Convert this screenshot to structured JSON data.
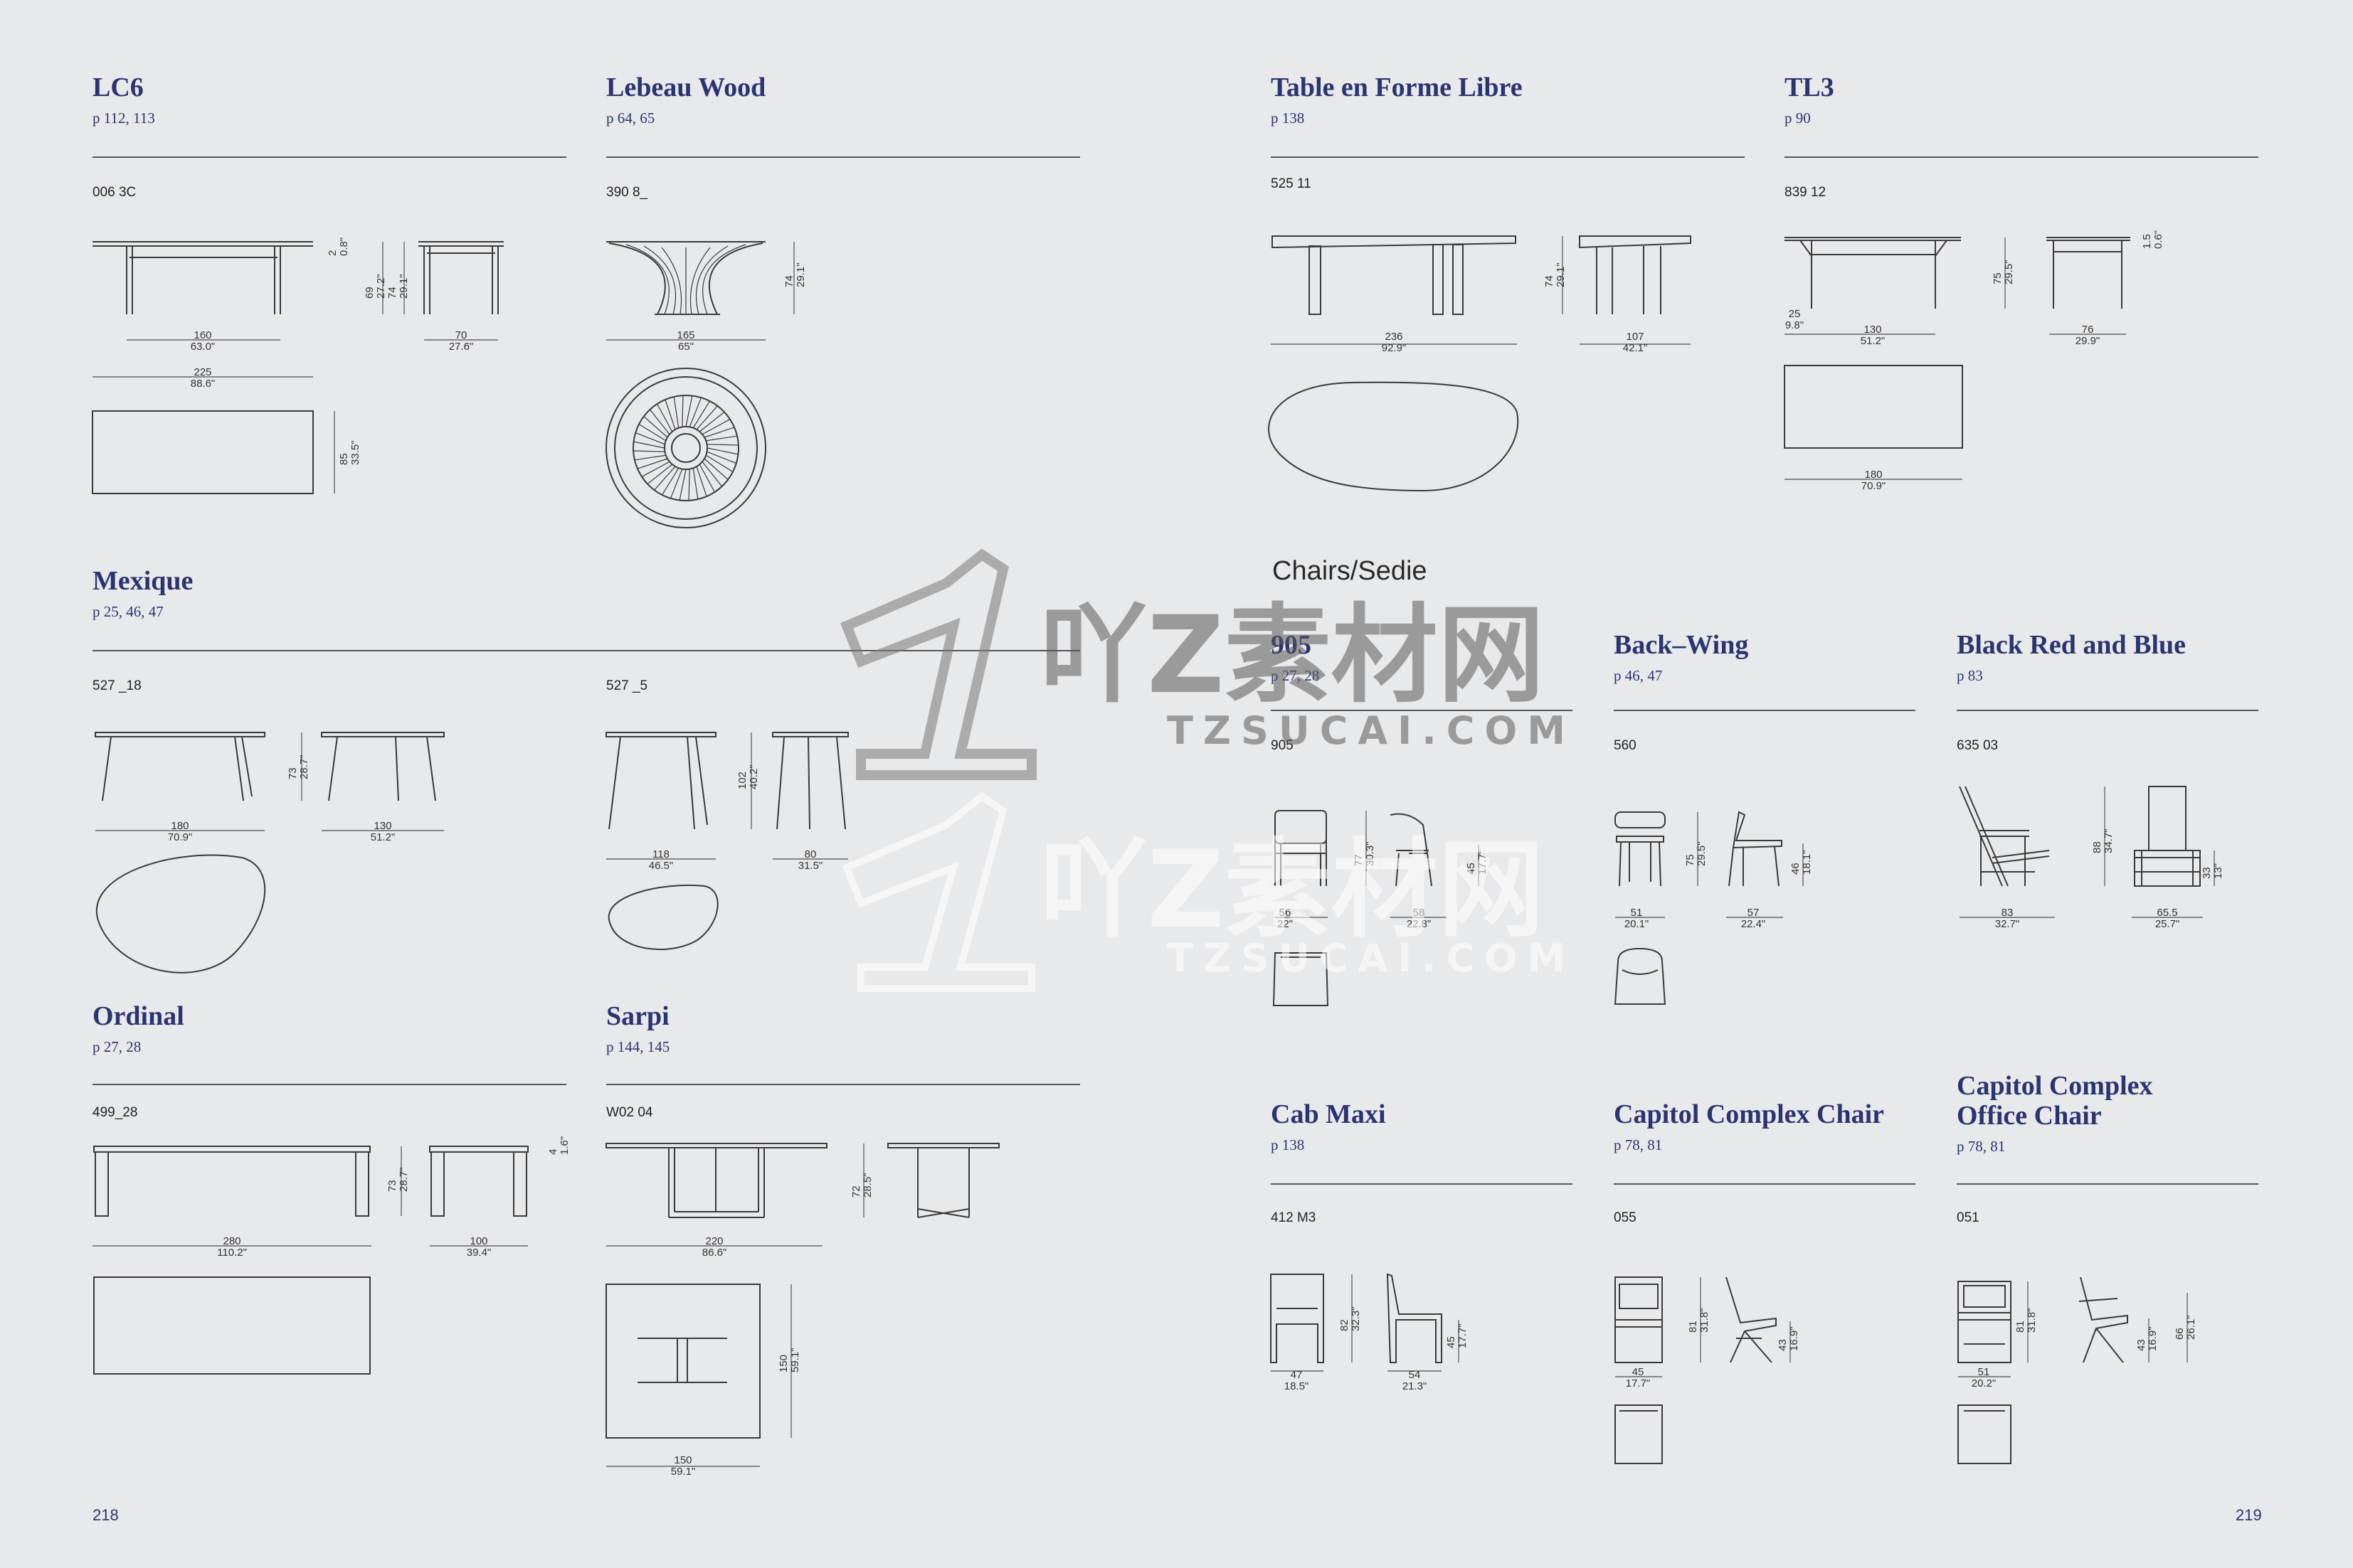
{
  "left_page": {
    "page_number": "218",
    "lc6": {
      "title": "LC6",
      "pages": "p 112, 113",
      "code": "006 3C",
      "d_top": "2\n0.8\"",
      "d_h1": "69\n27.2\"",
      "d_h2": "74\n29.1\"",
      "d_len": "160\n63.0\"",
      "d_side": "70\n27.6\"",
      "d_total": "225\n88.6\"",
      "d_depth": "85\n33.5\""
    },
    "lebeau": {
      "title": "Lebeau Wood",
      "pages": "p 64, 65",
      "code": "390 8_",
      "d_h": "74\n29.1\"",
      "d_w": "165\n65\""
    },
    "mexique": {
      "title": "Mexique",
      "pages": "p 25, 46, 47",
      "a_code": "527 _18",
      "a_h": "73\n28.7\"",
      "a_len": "180\n70.9\"",
      "a_side": "130\n51.2\"",
      "b_code": "527 _5",
      "b_h": "102\n40.2\"",
      "b_len": "118\n46.5\"",
      "b_side": "80\n31.5\""
    },
    "ordinal": {
      "title": "Ordinal",
      "pages": "p 27, 28",
      "code": "499_28",
      "d_h": "73\n28.7\"",
      "d_top": "4\n1.6\"",
      "d_len": "280\n110.2\"",
      "d_side": "100\n39.4\""
    },
    "sarpi": {
      "title": "Sarpi",
      "pages": "p 144, 145",
      "code": "W02 04",
      "d_h": "72\n28.5\"",
      "d_len": "220\n86.6\"",
      "d_depth": "150\n59.1\"",
      "d_w": "150\n59.1\""
    }
  },
  "right_page": {
    "page_number": "219",
    "table_libre": {
      "title": "Table en Forme Libre",
      "pages": "p 138",
      "code": "525 11",
      "d_h": "74\n29.1\"",
      "d_len": "236\n92.9\"",
      "d_side": "107\n42.1\""
    },
    "tl3": {
      "title": "TL3",
      "pages": "p 90",
      "code": "839 12",
      "d_h": "75\n29.5\"",
      "d_top": "1.5\n0.6\"",
      "d_off": "25\n9.8\"",
      "d_len": "130\n51.2\"",
      "d_side": "76\n29.9\"",
      "d_total": "180\n70.9\""
    },
    "chairs_heading": "Chairs/Sedie",
    "c905": {
      "title": "905",
      "pages": "p 27, 28",
      "code": "905",
      "d_h": "77\n30.3\"",
      "d_seat": "45\n17.7\"",
      "d_w": "56\n22\"",
      "d_d": "58\n22.8\""
    },
    "backwing": {
      "title": "Back–Wing",
      "pages": "p 46, 47",
      "code": "560",
      "d_h": "75\n29.5\"",
      "d_seat": "46\n18.1\"",
      "d_w": "51\n20.1\"",
      "d_d": "57\n22.4\""
    },
    "brb": {
      "title": "Black Red and Blue",
      "pages": "p 83",
      "code": "635 03",
      "d_h": "88\n34.7\"",
      "d_seat": "33\n13\"",
      "d_w": "83\n32.7\"",
      "d_d": "65.5\n25.7\""
    },
    "cabmaxi": {
      "title": "Cab Maxi",
      "pages": "p 138",
      "code": "412 M3",
      "d_h": "82\n32.3\"",
      "d_seat": "45\n17.7\"",
      "d_w": "47\n18.5\"",
      "d_d": "54\n21.3\""
    },
    "capitol": {
      "title": "Capitol Complex Chair",
      "pages": "p 78, 81",
      "code": "055",
      "d_h": "81\n31.8\"",
      "d_seat": "43\n16.9\"",
      "d_w": "45\n17.7\""
    },
    "capitol_office": {
      "title_line1": "Capitol Complex",
      "title_line2": "Office Chair",
      "pages": "p 78, 81",
      "code": "051",
      "d_h": "81\n31.8\"",
      "d_seat": "43\n16.9\"",
      "d_arm": "66\n26.1\"",
      "d_w": "51\n20.2\""
    }
  },
  "watermark": {
    "brand_cn": "吖Z素材网",
    "brand_en": "TZSUCAI.COM"
  }
}
